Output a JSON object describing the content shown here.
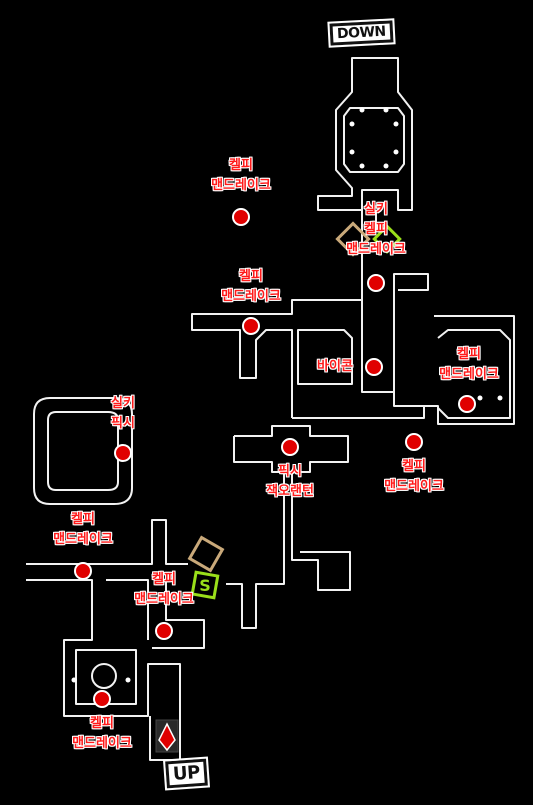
{
  "map": {
    "stairs_down_label": "DOWN",
    "stairs_up_label": "UP",
    "colors": {
      "enemy": "#e00000",
      "wall": "#f2f2f2",
      "save": "#9adf1a",
      "background": "#000000"
    }
  },
  "markers": [
    {
      "lines": [
        "켈피",
        "맨드레이크"
      ]
    },
    {
      "lines": [
        "실키",
        "켈피",
        "맨드레이크"
      ]
    },
    {
      "lines": [
        "켈피",
        "맨드레이크"
      ]
    },
    {
      "lines": [
        "바이콘"
      ]
    },
    {
      "lines": [
        "켈피",
        "맨드레이크"
      ]
    },
    {
      "lines": [
        "켈피",
        "맨드레이크"
      ]
    },
    {
      "lines": [
        "실키",
        "픽시"
      ]
    },
    {
      "lines": [
        "픽시",
        "잭오랜턴"
      ]
    },
    {
      "lines": [
        "켈피",
        "맨드레이크"
      ]
    },
    {
      "lines": [
        "켈피",
        "맨드레이크"
      ]
    },
    {
      "lines": [
        "켈피",
        "맨드레이크"
      ]
    }
  ]
}
